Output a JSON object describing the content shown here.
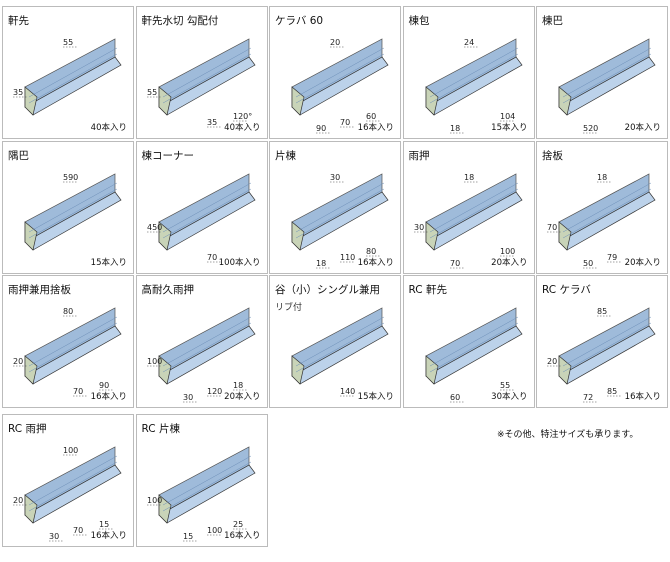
{
  "items": [
    {
      "title": "軒先",
      "subtitle": "",
      "qty": "40本入り",
      "dims": [
        "55",
        "35"
      ]
    },
    {
      "title": "軒先水切 勾配付",
      "subtitle": "",
      "qty": "40本入り",
      "dims": [
        "55",
        "35",
        "120°"
      ]
    },
    {
      "title": "ケラバ 60",
      "subtitle": "",
      "qty": "16本入り",
      "dims": [
        "70",
        "60",
        "90",
        "20"
      ]
    },
    {
      "title": "棟包",
      "subtitle": "",
      "qty": "15本入り",
      "dims": [
        "104",
        "18",
        "24"
      ]
    },
    {
      "title": "棟巴",
      "subtitle": "",
      "qty": "20本入り",
      "dims": [
        "520"
      ]
    },
    {
      "title": "隅巴",
      "subtitle": "",
      "qty": "15本入り",
      "dims": [
        "590"
      ]
    },
    {
      "title": "棟コーナー",
      "subtitle": "",
      "qty": "100本入り",
      "dims": [
        "450",
        "70"
      ]
    },
    {
      "title": "片棟",
      "subtitle": "",
      "qty": "16本入り",
      "dims": [
        "110",
        "80",
        "18",
        "30"
      ]
    },
    {
      "title": "雨押",
      "subtitle": "",
      "qty": "20本入り",
      "dims": [
        "100",
        "70",
        "18",
        "30"
      ]
    },
    {
      "title": "捨板",
      "subtitle": "",
      "qty": "20本入り",
      "dims": [
        "50",
        "18",
        "70",
        "79"
      ]
    },
    {
      "title": "雨押兼用捨板",
      "subtitle": "",
      "qty": "16本入り",
      "dims": [
        "80",
        "20",
        "70",
        "90"
      ]
    },
    {
      "title": "高耐久雨押",
      "subtitle": "",
      "qty": "20本入り",
      "dims": [
        "100",
        "120",
        "18",
        "30"
      ]
    },
    {
      "title": "谷（小）シングル兼用",
      "subtitle": "リブ付",
      "qty": "15本入り",
      "dims": [
        "140"
      ]
    },
    {
      "title": "RC 軒先",
      "subtitle": "",
      "qty": "30本入り",
      "dims": [
        "55",
        "60"
      ]
    },
    {
      "title": "RC ケラバ",
      "subtitle": "",
      "qty": "16本入り",
      "dims": [
        "72",
        "85",
        "20",
        "85"
      ]
    },
    {
      "title": "RC 雨押",
      "subtitle": "",
      "qty": "16本入り",
      "dims": [
        "100",
        "20",
        "70",
        "15",
        "30"
      ]
    },
    {
      "title": "RC 片棟",
      "subtitle": "",
      "qty": "16本入り",
      "dims": [
        "100",
        "100",
        "25",
        "15"
      ]
    }
  ],
  "note": "※その他、特注サイズも承ります。",
  "colors": {
    "metal": "#bcd2ea",
    "metalDark": "#8fb0d4",
    "face": "#c9d4b8",
    "line": "#333333"
  }
}
